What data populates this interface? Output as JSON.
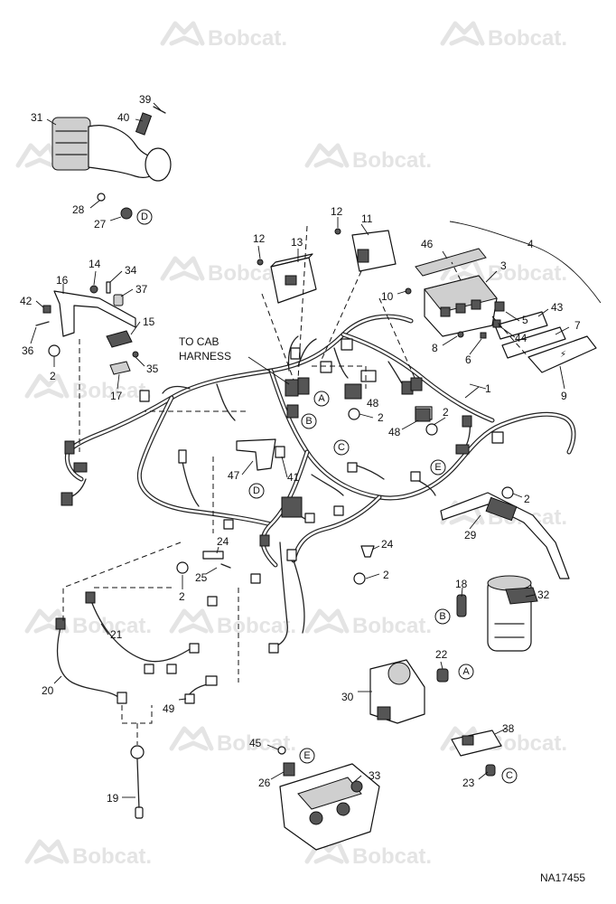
{
  "watermark": {
    "brand": "Bobcat."
  },
  "drawing_number": "NA17455",
  "notes": {
    "to_cab_line1": "TO CAB",
    "to_cab_line2": "HARNESS"
  },
  "parts": [
    {
      "id": "p1",
      "number": "1"
    },
    {
      "id": "p2a",
      "number": "2"
    },
    {
      "id": "p2b",
      "number": "2"
    },
    {
      "id": "p2c",
      "number": "2"
    },
    {
      "id": "p2d",
      "number": "2"
    },
    {
      "id": "p2e",
      "number": "2"
    },
    {
      "id": "p2f",
      "number": "2"
    },
    {
      "id": "p2g",
      "number": "2"
    },
    {
      "id": "p3",
      "number": "3"
    },
    {
      "id": "p4",
      "number": "4"
    },
    {
      "id": "p5",
      "number": "5"
    },
    {
      "id": "p6",
      "number": "6"
    },
    {
      "id": "p7",
      "number": "7"
    },
    {
      "id": "p8",
      "number": "8"
    },
    {
      "id": "p9",
      "number": "9"
    },
    {
      "id": "p10",
      "number": "10"
    },
    {
      "id": "p11",
      "number": "11"
    },
    {
      "id": "p12a",
      "number": "12"
    },
    {
      "id": "p12b",
      "number": "12"
    },
    {
      "id": "p13",
      "number": "13"
    },
    {
      "id": "p14",
      "number": "14"
    },
    {
      "id": "p15",
      "number": "15"
    },
    {
      "id": "p16",
      "number": "16"
    },
    {
      "id": "p17",
      "number": "17"
    },
    {
      "id": "p18",
      "number": "18"
    },
    {
      "id": "p19",
      "number": "19"
    },
    {
      "id": "p20",
      "number": "20"
    },
    {
      "id": "p21",
      "number": "21"
    },
    {
      "id": "p22",
      "number": "22"
    },
    {
      "id": "p23",
      "number": "23"
    },
    {
      "id": "p24a",
      "number": "24"
    },
    {
      "id": "p24b",
      "number": "24"
    },
    {
      "id": "p25",
      "number": "25"
    },
    {
      "id": "p26",
      "number": "26"
    },
    {
      "id": "p27",
      "number": "27"
    },
    {
      "id": "p28",
      "number": "28"
    },
    {
      "id": "p29",
      "number": "29"
    },
    {
      "id": "p30",
      "number": "30"
    },
    {
      "id": "p31",
      "number": "31"
    },
    {
      "id": "p32",
      "number": "32"
    },
    {
      "id": "p33",
      "number": "33"
    },
    {
      "id": "p34",
      "number": "34"
    },
    {
      "id": "p35",
      "number": "35"
    },
    {
      "id": "p36",
      "number": "36"
    },
    {
      "id": "p37",
      "number": "37"
    },
    {
      "id": "p38",
      "number": "38"
    },
    {
      "id": "p39",
      "number": "39"
    },
    {
      "id": "p40",
      "number": "40"
    },
    {
      "id": "p41",
      "number": "41"
    },
    {
      "id": "p42",
      "number": "42"
    },
    {
      "id": "p43",
      "number": "43"
    },
    {
      "id": "p44",
      "number": "44"
    },
    {
      "id": "p45",
      "number": "45"
    },
    {
      "id": "p46",
      "number": "46"
    },
    {
      "id": "p47",
      "number": "47"
    },
    {
      "id": "p48a",
      "number": "48"
    },
    {
      "id": "p48b",
      "number": "48"
    },
    {
      "id": "p49",
      "number": "49"
    }
  ],
  "markers": [
    {
      "id": "m1",
      "letter": "D"
    },
    {
      "id": "m2",
      "letter": "A"
    },
    {
      "id": "m3",
      "letter": "B"
    },
    {
      "id": "m4",
      "letter": "C"
    },
    {
      "id": "m5",
      "letter": "E"
    },
    {
      "id": "m6",
      "letter": "D"
    },
    {
      "id": "m7",
      "letter": "B"
    },
    {
      "id": "m8",
      "letter": "A"
    },
    {
      "id": "m9",
      "letter": "C"
    },
    {
      "id": "m10",
      "letter": "E"
    }
  ]
}
